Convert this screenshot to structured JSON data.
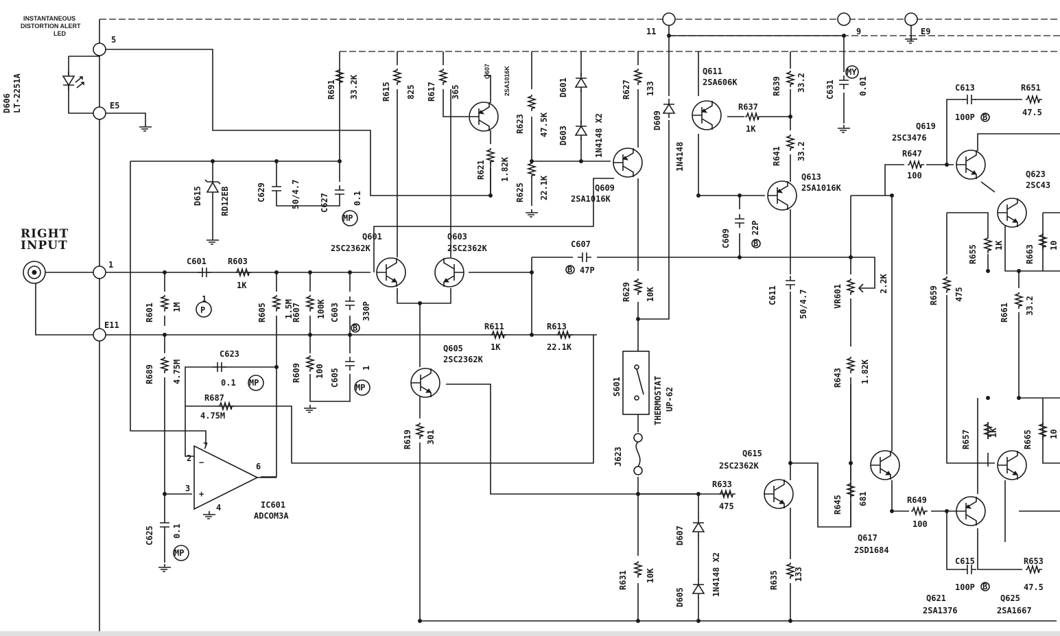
{
  "title": {
    "led_note_1": "INSTANTANEOUS",
    "led_note_2": "DISTORTION ALERT",
    "led_note_3": "LED",
    "input_1": "RIGHT",
    "input_2": "INPUT"
  },
  "terminals": {
    "t5": "5",
    "e5": "E5",
    "t1": "1",
    "e11": "E11",
    "t11": "11",
    "t9": "9",
    "e9": "E9"
  },
  "marks": {
    "p": "P",
    "mp": "MP",
    "my": "MY",
    "b": "B",
    "one": "1",
    "plus": "+",
    "minus": "−"
  },
  "led": {
    "ref": "D606",
    "part": "LT-2251A"
  },
  "parts": {
    "r601": "R601",
    "r601v": "1M",
    "r603": "R603",
    "r603v": "1K",
    "c601": "C601",
    "c601v": "1",
    "r605": "R605",
    "r605v": "1.5M",
    "r607": "R607",
    "r607v": "100K",
    "c603": "C603",
    "c603v": "330P",
    "r609": "R609",
    "r609v": "100",
    "c605": "C605",
    "c605v": "1",
    "c623": "C623",
    "c623v": "0.1",
    "r687": "R687",
    "r687v": "4.75M",
    "r689": "R689",
    "r689v": "4.75M",
    "c625": "C625",
    "c625v": "0.1",
    "ic601": "IC601",
    "ic601v": "ADCOM3A",
    "pin2": "2",
    "pin3": "3",
    "pin4": "4",
    "pin6": "6",
    "pin7": "7",
    "d615": "D615",
    "d615v": "RD12EB",
    "c629": "C629",
    "c629v": "50/4.7",
    "c627": "C627",
    "c627v": "0.1",
    "r691": "R691",
    "r691v": "33.2K",
    "r615": "R615",
    "r615v": "825",
    "r617": "R617",
    "r617v": "365",
    "r621": "R621",
    "r621v": "1.82K",
    "q607": "Q607",
    "q607v": "2SA1016K",
    "r623": "R623",
    "r623v": "47.5K",
    "r625": "R625",
    "r625v": "22.1K",
    "d601": "D601",
    "d603": "D603",
    "d601v": "1N4148 X2",
    "r627": "R627",
    "r627v": "133",
    "q609": "Q609",
    "q609v": "2SA1016K",
    "q601": "Q601",
    "q601v": "2SC2362K",
    "q603": "Q603",
    "q603v": "2SC2362K",
    "q605": "Q605",
    "q605v": "2SC2362K",
    "r611": "R611",
    "r611v": "1K",
    "r613": "R613",
    "r613v": "22.1K",
    "r619": "R619",
    "r619v": "301",
    "c607": "C607",
    "c607v": "47P",
    "r629": "R629",
    "r629v": "10K",
    "d609": "D609",
    "d609v": "1N4148",
    "s601": "S601",
    "s601v": "THERMOSTAT",
    "s601m": "UP-62",
    "j623": "J623",
    "r631": "R631",
    "r631v": "10K",
    "d607": "D607",
    "d605": "D605",
    "d607v": "1N4148 X2",
    "r633": "R633",
    "r633v": "475",
    "q615": "Q615",
    "q615v": "2SC2362K",
    "r635": "R635",
    "r635v": "133",
    "q611": "Q611",
    "q611v": "2SA606K",
    "r637": "R637",
    "r637v": "1K",
    "r639": "R639",
    "r639v": "33.2",
    "r641": "R641",
    "r641v": "33.2",
    "q613": "Q613",
    "q613v": "2SA1016K",
    "c609": "C609",
    "c609v": "22P",
    "c611": "C611",
    "c611v": "50/4.7",
    "c631": "C631",
    "c631v": "0.01",
    "vr601": "VR601",
    "vr601v": "2.2K",
    "r643": "R643",
    "r643v": "1.82K",
    "r645": "R645",
    "r645v": "681",
    "q617": "Q617",
    "q617v": "2SD1684",
    "c613": "C613",
    "c613v": "100P",
    "r651": "R651",
    "r651v": "47.5",
    "q619": "Q619",
    "q619v": "2SC3476",
    "r647": "R647",
    "r647v": "100",
    "q623a": "Q623",
    "q623av": "2SC43",
    "r655": "R655",
    "r655v": "1K",
    "r663": "R663",
    "r663v": "10",
    "r659": "R659",
    "r659v": "475",
    "r661": "R661",
    "r661v": "33.2",
    "r657": "R657",
    "r657v": "1K",
    "r665": "R665",
    "r665v": "10",
    "r649": "R649",
    "r649v": "100",
    "c615": "C615",
    "c615v": "100P",
    "r653": "R653",
    "r653v": "47.5",
    "q621": "Q621",
    "q621v": "2SA1376",
    "q625": "Q625",
    "q625v": "2SA1667"
  }
}
